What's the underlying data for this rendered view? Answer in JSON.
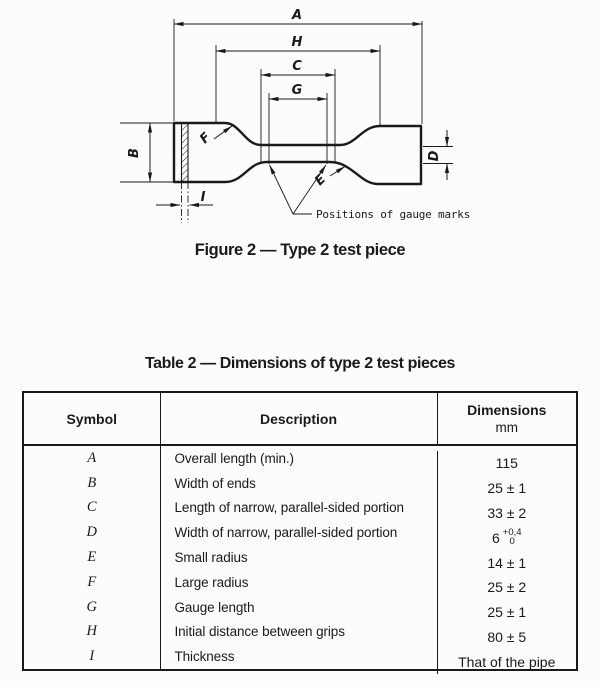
{
  "colors": {
    "ink": "#1a1a1a",
    "paper": "#fcfcfb"
  },
  "figure": {
    "caption": "Figure 2 — Type 2 test piece",
    "gauge_note": "Positions of gauge marks",
    "labels": {
      "A": "A",
      "H": "H",
      "C": "C",
      "G": "G",
      "B": "B",
      "D": "D",
      "E": "E",
      "F": "F",
      "I": "I"
    }
  },
  "table": {
    "title": "Table 2 — Dimensions of type 2 test pieces",
    "headers": {
      "symbol": "Symbol",
      "description": "Description",
      "dimensions": "Dimensions",
      "unit": "mm"
    },
    "rows": [
      {
        "symbol": "A",
        "description": "Overall length (min.)",
        "value": "115"
      },
      {
        "symbol": "B",
        "description": "Width of ends",
        "value": "25 ± 1"
      },
      {
        "symbol": "C",
        "description": "Length of narrow, parallel-sided portion",
        "value": "33 ± 2"
      },
      {
        "symbol": "D",
        "description": "Width of narrow, parallel-sided portion",
        "value": "6",
        "tol_top": "+0,4",
        "tol_bottom": "0"
      },
      {
        "symbol": "E",
        "description": "Small radius",
        "value": "14 ± 1"
      },
      {
        "symbol": "F",
        "description": "Large radius",
        "value": "25 ± 2"
      },
      {
        "symbol": "G",
        "description": "Gauge length",
        "value": "25 ± 1"
      },
      {
        "symbol": "H",
        "description": "Initial distance between grips",
        "value": "80 ± 5"
      },
      {
        "symbol": "I",
        "description": "Thickness",
        "value": "That of the pipe"
      }
    ]
  }
}
